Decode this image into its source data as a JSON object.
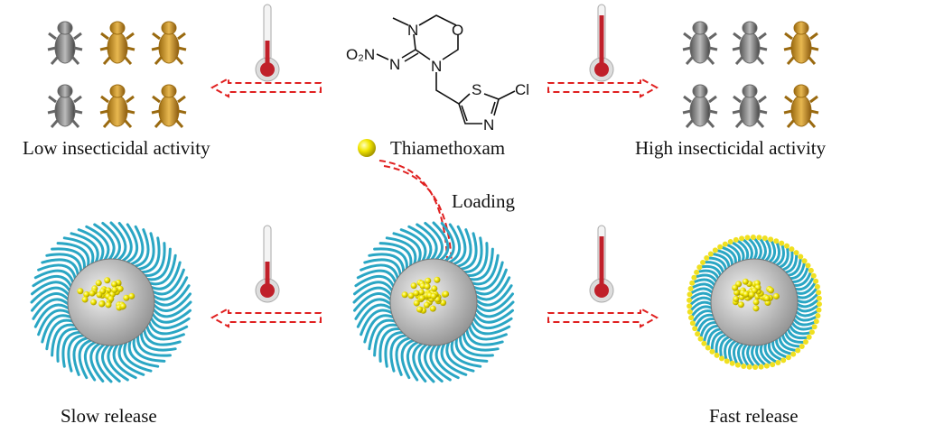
{
  "labels": {
    "low_activity": "Low insecticidal activity",
    "high_activity": "High insecticidal activity",
    "compound": "Thiamethoxam",
    "loading": "Loading",
    "slow_release": "Slow release",
    "fast_release": "Fast release"
  },
  "structure_atoms": {
    "n_methyl": "N",
    "o_ring": "O",
    "nitro": "O₂N",
    "n_imine": "N",
    "n_ring": "N",
    "s": "S",
    "cl": "Cl",
    "n_thiazole": "N"
  },
  "colors": {
    "arrow": "#e02020",
    "shell": "#2aa6c4",
    "drug": "#f0e020",
    "thermo": "#c0202a"
  }
}
